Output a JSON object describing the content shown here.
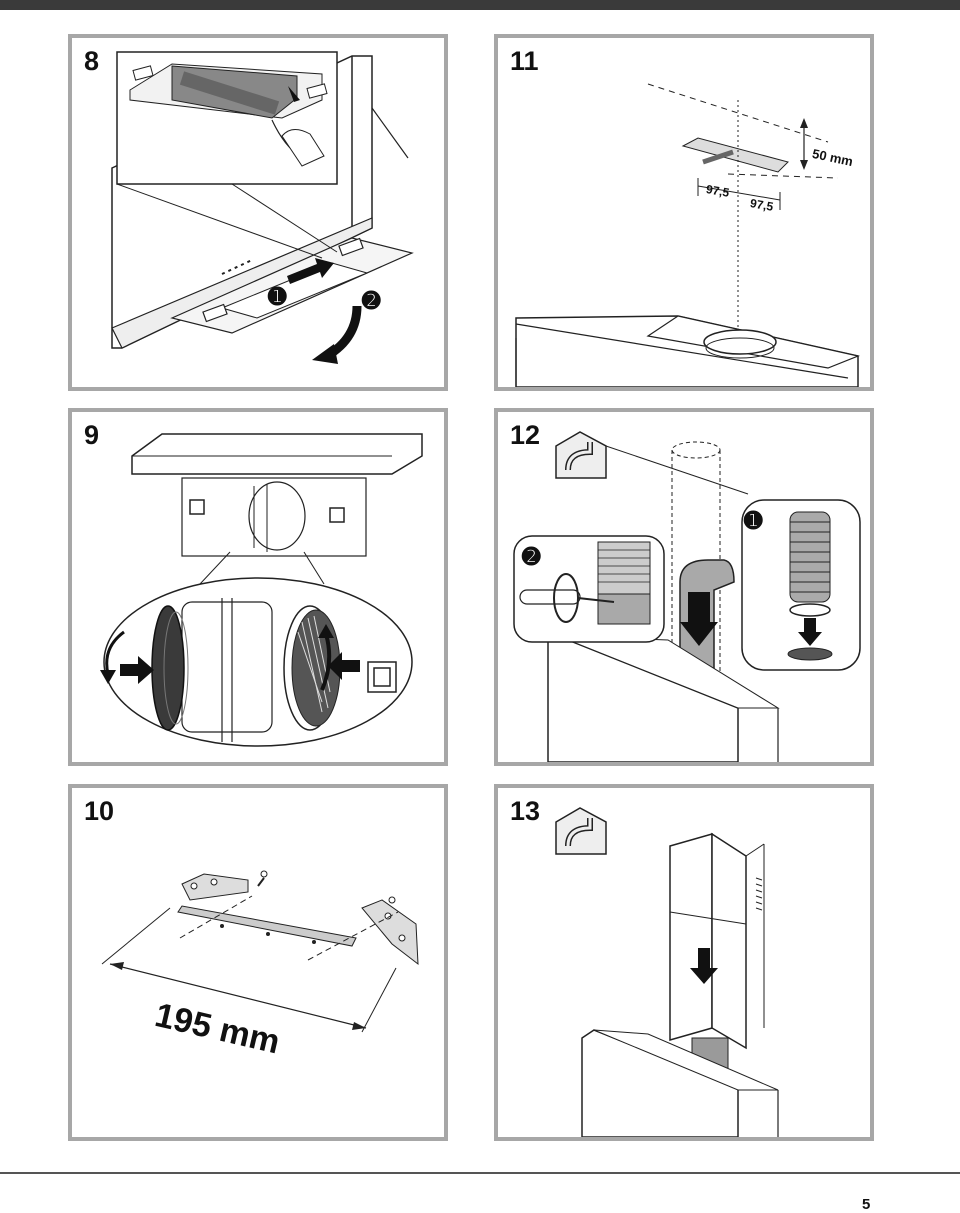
{
  "page_number": "5",
  "steps": [
    {
      "number": "8"
    },
    {
      "number": "11"
    },
    {
      "number": "9"
    },
    {
      "number": "12"
    },
    {
      "number": "10"
    },
    {
      "number": "13"
    }
  ],
  "step8": {
    "callout_1": "➊",
    "callout_2": "➋"
  },
  "step11": {
    "dim_height": "50 mm",
    "dim_left": "97,5",
    "dim_right": "97,5"
  },
  "step10": {
    "dim_width": "195 mm"
  },
  "step12": {
    "callout_1": "➊",
    "callout_2": "➋"
  },
  "colors": {
    "panel_border": "#a7a7a7",
    "top_bar": "#3a3a3a",
    "duct_grey": "#a9a9a9",
    "filter_dark": "#3a3a3a"
  }
}
